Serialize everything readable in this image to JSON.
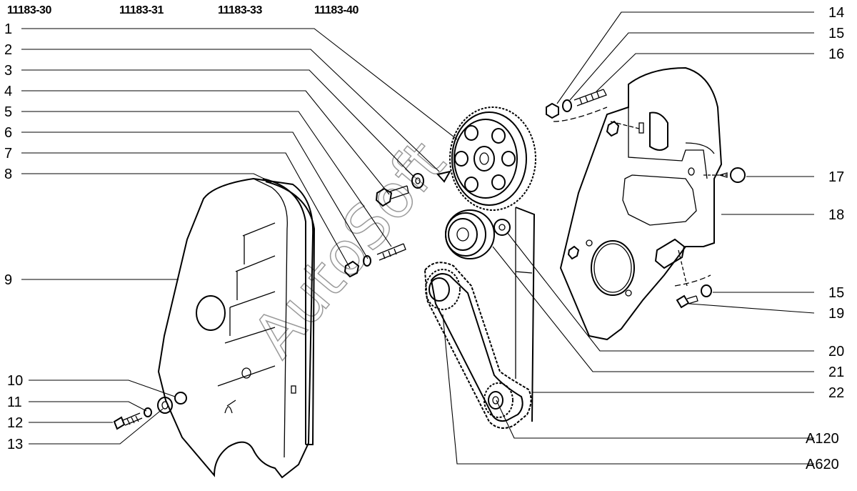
{
  "model_codes": [
    "11183-30",
    "11183-31",
    "11183-33",
    "11183-40"
  ],
  "watermark": "AutoSoft",
  "callouts_left": [
    "1",
    "2",
    "3",
    "4",
    "5",
    "6",
    "7",
    "8",
    "9",
    "10",
    "11",
    "12",
    "13"
  ],
  "callouts_right": [
    "14",
    "15",
    "16",
    "17",
    "18",
    "15",
    "19",
    "20",
    "21",
    "22",
    "A120",
    "A620"
  ]
}
